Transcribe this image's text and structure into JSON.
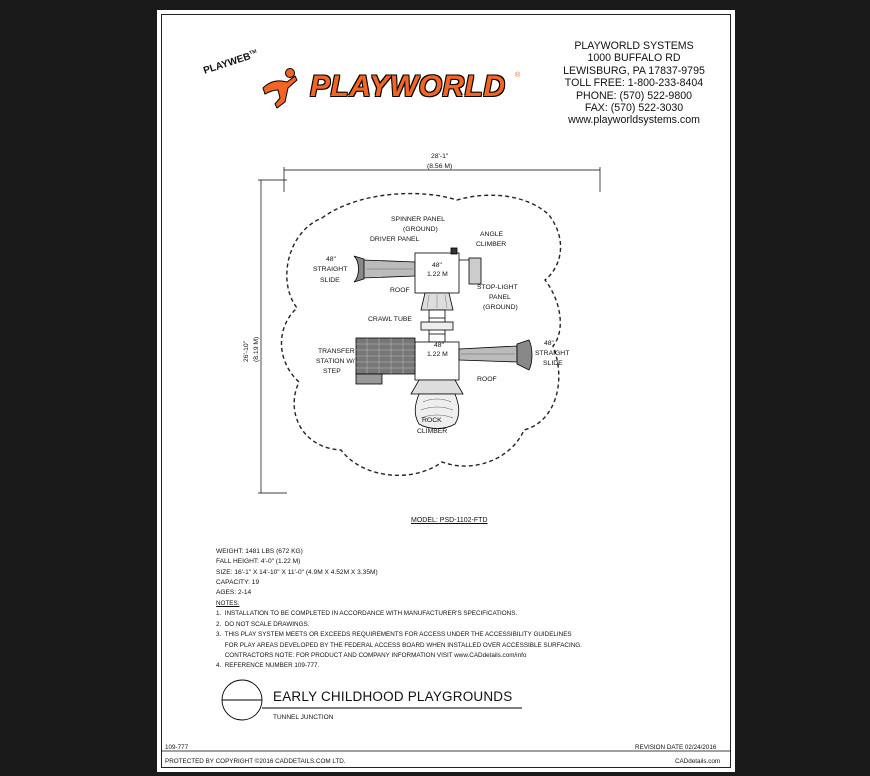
{
  "company": {
    "name": "PLAYWORLD SYSTEMS",
    "address1": "1000 BUFFALO RD",
    "address2": "LEWISBURG, PA 17837-9795",
    "tollfree": "TOLL FREE: 1-800-233-8404",
    "phone": "PHONE: (570) 522-9800",
    "fax": "FAX: (570) 522-3030",
    "website": "www.playworldsystems.com"
  },
  "logo": {
    "playweb": "PLAYWEB",
    "trademark": "TM",
    "word": "PLAYWORLD",
    "registered": "®",
    "brand_color": "#f26522"
  },
  "dimensions": {
    "width_ft": "28'-1\"",
    "width_m": "(8.56 M)",
    "height_ft": "26'-10\"",
    "height_m": "(8.19 M)"
  },
  "labels": {
    "spinner_panel": "SPINNER PANEL",
    "ground_1": "(GROUND)",
    "driver_panel": "DRIVER PANEL",
    "angle": "ANGLE",
    "climber_1": "CLIMBER",
    "slide1_in": "48\"",
    "slide1_straight": "STRAIGHT",
    "slide1_slide": "SLIDE",
    "deck1_in": "48\"",
    "deck1_m": "1.22 M",
    "roof_1": "ROOF",
    "stop_light": "STOP-LIGHT",
    "panel": "PANEL",
    "ground_2": "(GROUND)",
    "crawl_tube": "CRAWL TUBE",
    "transfer": "TRANSFER",
    "station": "STATION W/",
    "step": "STEP",
    "deck2_in": "48\"",
    "deck2_m": "1.22 M",
    "slide2_in": "48\"",
    "slide2_straight": "STRAIGHT",
    "slide2_slide": "SLIDE",
    "roof_2": "ROOF",
    "rock": "ROCK",
    "climber_2": "CLIMBER"
  },
  "model": "MODEL: PSD-1102-FTD",
  "specs": [
    "WEIGHT: 1481 LBS (672 KG)",
    "FALL HEIGHT: 4'-0\" (1.22 M)",
    "SIZE: 16'-1\" X 14'-10\" X 11'-0\" (4.9M X 4.52M X 3.35M)",
    "CAPACITY: 19",
    "AGES: 2-14"
  ],
  "notes": {
    "heading": "NOTES:",
    "items": [
      "1.  INSTALLATION TO BE COMPLETED IN ACCORDANCE WITH MANUFACTURER'S SPECIFICATIONS.",
      "2.  DO NOT SCALE DRAWINGS.",
      "3.  THIS PLAY SYSTEM MEETS OR EXCEEDS REQUIREMENTS FOR ACCESS UNDER THE ACCESSIBILITY GUIDELINES",
      "     FOR PLAY AREAS DEVELOPED BY THE FEDERAL ACCESS BOARD WHEN INSTALLED OVER ACCESSIBLE SURFACING.",
      "     CONTRACTORS NOTE: FOR PRODUCT AND COMPANY INFORMATION VISIT www.CADdetails.com/info",
      "4.  REFERENCE NUMBER 109-777."
    ]
  },
  "title": {
    "main": "EARLY CHILDHOOD PLAYGROUNDS",
    "sub": "TUNNEL JUNCTION"
  },
  "footer": {
    "ref": "109-777",
    "revision": "REVISION DATE 02/24/2016",
    "copyright": "PROTECTED BY COPYRIGHT ©2016 CADDETAILS.COM LTD.",
    "site": "CADdetails.com"
  }
}
